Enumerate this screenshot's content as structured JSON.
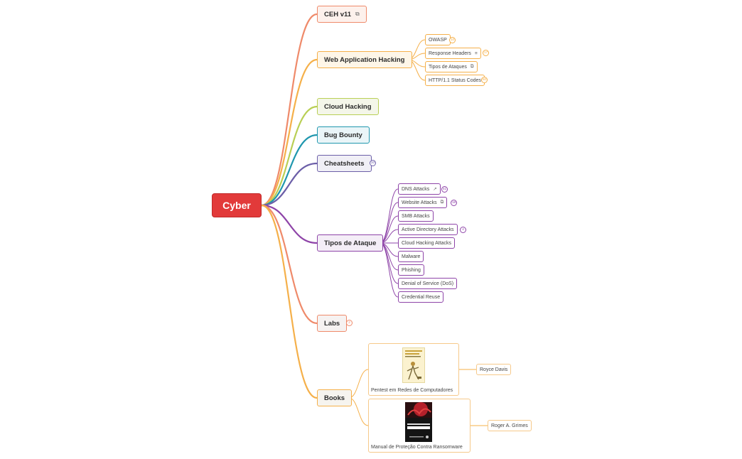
{
  "root": {
    "label": "Cyber",
    "color": "#e23a3a"
  },
  "colors": {
    "ceh": "#ef8a6a",
    "webapp": "#f5b04a",
    "cloud": "#b9cf55",
    "bug": "#1f97ae",
    "cheat": "#6c5fa8",
    "tipos": "#8e44a8",
    "labs": "#ef8a6a",
    "books": "#f5b04a"
  },
  "branches": {
    "ceh": {
      "label": "CEH v11",
      "icon": "link-icon"
    },
    "webapp": {
      "label": "Web Application Hacking",
      "children": [
        {
          "label": "OWASP",
          "badge": "10"
        },
        {
          "label": "Response Headers",
          "icon": "notes-icon",
          "badge": "17"
        },
        {
          "label": "Tipos de Ataques",
          "icon": "link-icon"
        },
        {
          "label": "HTTP/1.1 Status Codes",
          "badge": "60"
        }
      ]
    },
    "cloud": {
      "label": "Cloud Hacking"
    },
    "bug": {
      "label": "Bug Bounty"
    },
    "cheat": {
      "label": "Cheatsheets",
      "badge": "20"
    },
    "tipos": {
      "label": "Tipos de Ataque",
      "children": [
        {
          "label": "DNS Attacks",
          "icon": "external-link-icon",
          "badge": "41"
        },
        {
          "label": "Website Attacks",
          "icon": "link-icon",
          "badge": "18"
        },
        {
          "label": "SMB Attacks"
        },
        {
          "label": "Active Directory Attacks",
          "badge": "4"
        },
        {
          "label": "Cloud Hacking Attacks"
        },
        {
          "label": "Malware"
        },
        {
          "label": "Phishing"
        },
        {
          "label": "Denial of Service (DoS)"
        },
        {
          "label": "Credential Reuse"
        }
      ]
    },
    "labs": {
      "label": "Labs",
      "badge": "2"
    },
    "books": {
      "label": "Books",
      "children": [
        {
          "title": "Pentest em Redes de Computadores",
          "author": "Royce Davis"
        },
        {
          "title": "Manual de Proteção Contra Ransomware",
          "author": "Roger A. Grimes"
        }
      ]
    }
  }
}
